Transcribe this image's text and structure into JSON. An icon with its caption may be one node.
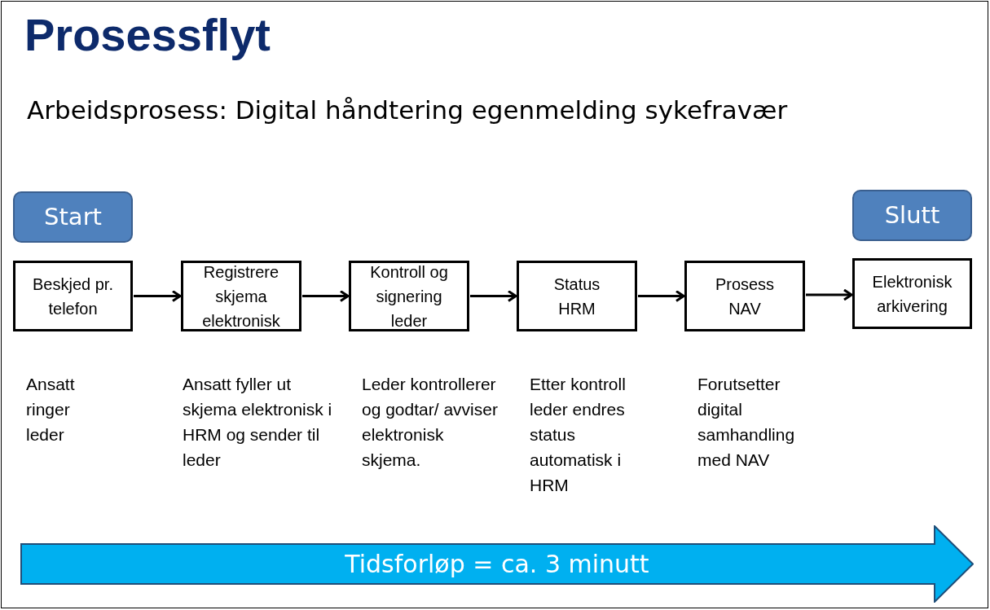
{
  "diagram": {
    "title": "Prosessflyt",
    "caption": "Arbeidsprosess: Digital håndtering egenmelding sykefravær",
    "nodes": [
      {
        "text": [
          "Start"
        ]
      },
      {
        "text": [
          "Slutt"
        ]
      },
      {
        "text": [
          "Beskjed pr. telefon"
        ],
        "beside": [
          "Ansatt ringer leder"
        ]
      },
      {
        "text": [
          "Registrere skjema elektronisk"
        ],
        "beside": [
          "Ansatt fyller ut skjema elektronisk  i HRM og sender til leder"
        ]
      },
      {
        "text": [
          "Kontroll og signering leder"
        ],
        "beside": [
          "Leder kontrollerer og godtar/ avviser elektronisk skjema."
        ]
      },
      {
        "text": [
          "Status HRM"
        ],
        "beside": [
          "Etter kontroll leder endres status automatisk i HRM"
        ]
      },
      {
        "text": [
          "Prosess NAV"
        ],
        "beside": [
          "Forutsetter digital samhandling med NAV"
        ]
      },
      {
        "text": [
          "Elektronisk arkivering"
        ]
      },
      {
        "text": [
          "Tidsforløp = ca. 3 minutt"
        ]
      }
    ],
    "edges": [
      {
        "from": 2,
        "to": 3,
        "arrow": "to"
      },
      {
        "from": 3,
        "to": 4,
        "arrow": "to"
      },
      {
        "from": 4,
        "to": 5,
        "arrow": "to"
      },
      {
        "from": 5,
        "to": 6,
        "arrow": "to"
      },
      {
        "from": 6,
        "to": 7,
        "arrow": "to"
      }
    ]
  }
}
